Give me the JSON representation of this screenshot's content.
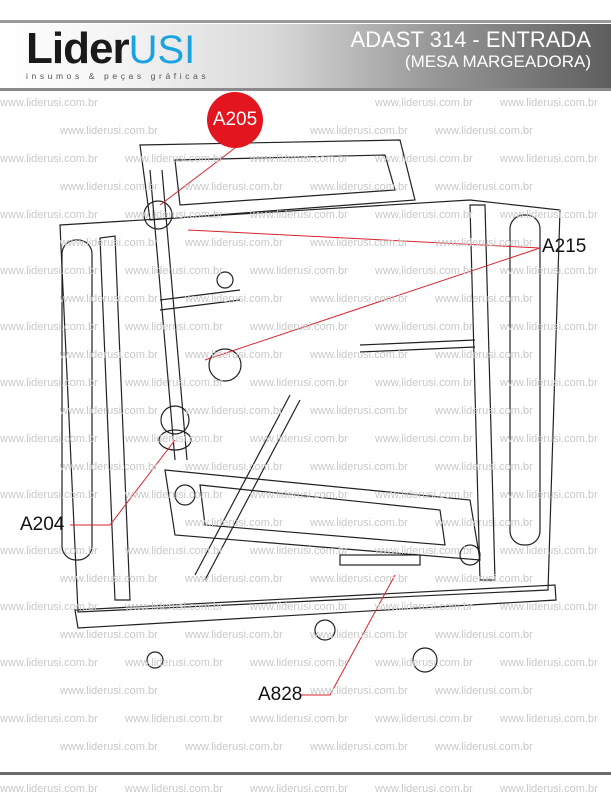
{
  "logo": {
    "text_main": "Lider",
    "text_accent": "USI",
    "tagline": "insumos & peças gráficas"
  },
  "header": {
    "title": "ADAST 314 - ENTRADA",
    "subtitle": "(MESA MARGEADORA)"
  },
  "watermark": "www.liderusi.com.br",
  "callouts": [
    {
      "id": "A205",
      "highlighted": true
    },
    {
      "id": "A215",
      "highlighted": false
    },
    {
      "id": "A204",
      "highlighted": false
    },
    {
      "id": "A828",
      "highlighted": false
    }
  ],
  "colors": {
    "accent": "#1aa3e0",
    "highlight": "#e3151f",
    "leader": "#d9232d"
  }
}
